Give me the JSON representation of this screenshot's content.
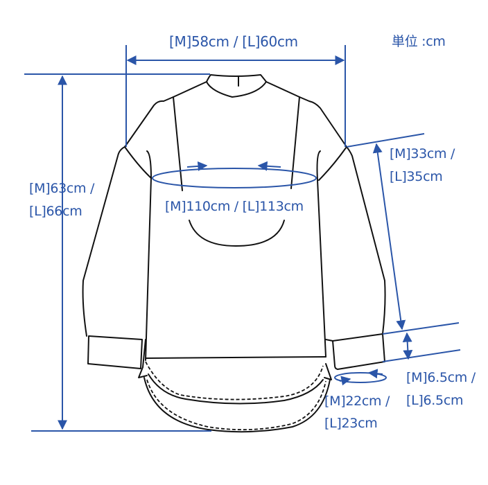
{
  "unit_label": "単位 :cm",
  "measurements": {
    "shoulder_width": "[M]58cm / [L]60cm",
    "length": {
      "line1": "[M]63cm /",
      "line2": "[L]66cm"
    },
    "chest": "[M]110cm / [L]113cm",
    "sleeve_length": {
      "line1": "[M]33cm /",
      "line2": "[L]35cm"
    },
    "cuff_height": {
      "line1": "[M]6.5cm /",
      "line2": "[L]6.5cm"
    },
    "cuff_circumference": {
      "line1": "[M]22cm /",
      "line2": "[L]23cm"
    }
  },
  "colors": {
    "accent": "#2a55a8",
    "outline": "#111111"
  }
}
